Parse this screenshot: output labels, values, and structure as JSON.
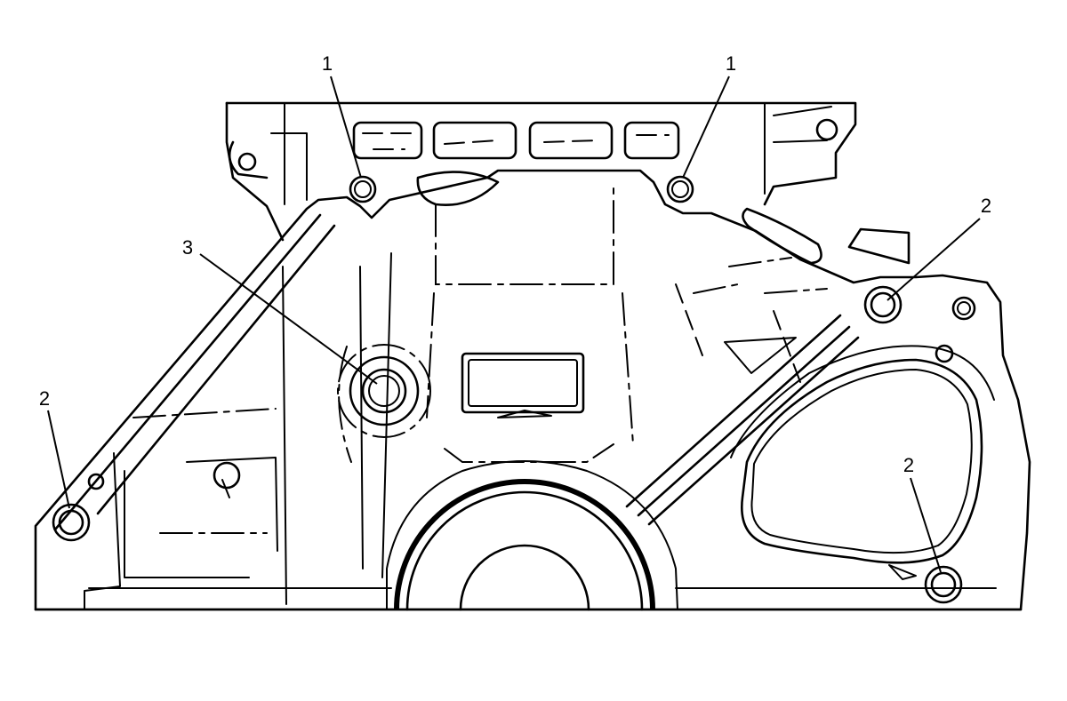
{
  "callouts": [
    {
      "id": "bolt-top-left",
      "label": "1"
    },
    {
      "id": "bolt-top-right",
      "label": "1"
    },
    {
      "id": "bolt-right-upper",
      "label": "2"
    },
    {
      "id": "bolt-left-lower",
      "label": "2"
    },
    {
      "id": "bolt-right-lower",
      "label": "2"
    },
    {
      "id": "center-fitting",
      "label": "3"
    }
  ]
}
